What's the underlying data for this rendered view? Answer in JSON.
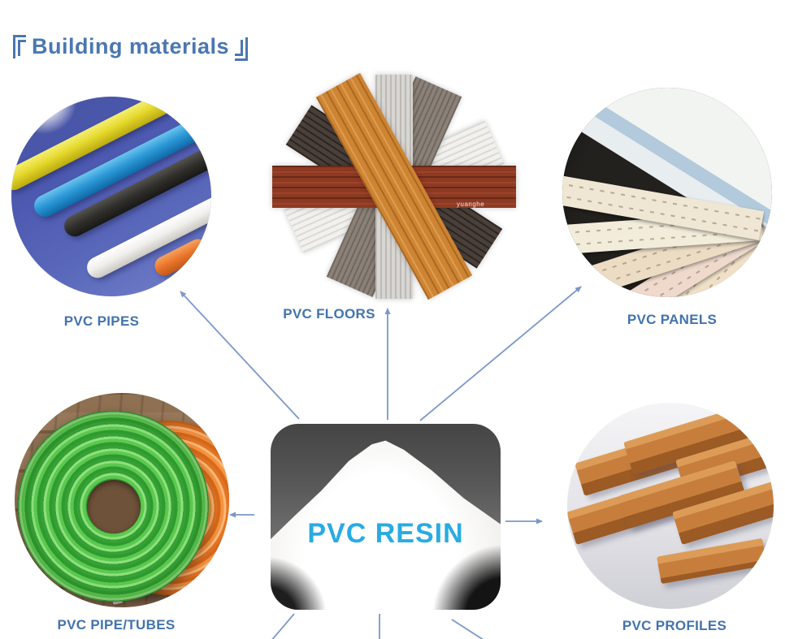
{
  "title": {
    "text": "Building materials",
    "full_display": "『Building materials』",
    "color": "#4a77b0"
  },
  "center_product": {
    "label": "PVC RESIN",
    "label_color": "#29abe2"
  },
  "products": {
    "pipes": {
      "label": "PVC PIPES"
    },
    "floors": {
      "label": "PVC FLOORS",
      "watermark": "yuanghe"
    },
    "panels": {
      "label": "PVC PANELS"
    },
    "tubes": {
      "label": "PVC PIPE/TUBES"
    },
    "profiles": {
      "label": "PVC PROFILES"
    }
  },
  "styles": {
    "background": "#ffffff",
    "label_color": "#4273ae",
    "arrow_color": "#7b97c9",
    "pipes_photo_bg": "#4c59b0",
    "panels_photo_bg": "#1c1b19",
    "resin_text_color": "#29abe2"
  }
}
